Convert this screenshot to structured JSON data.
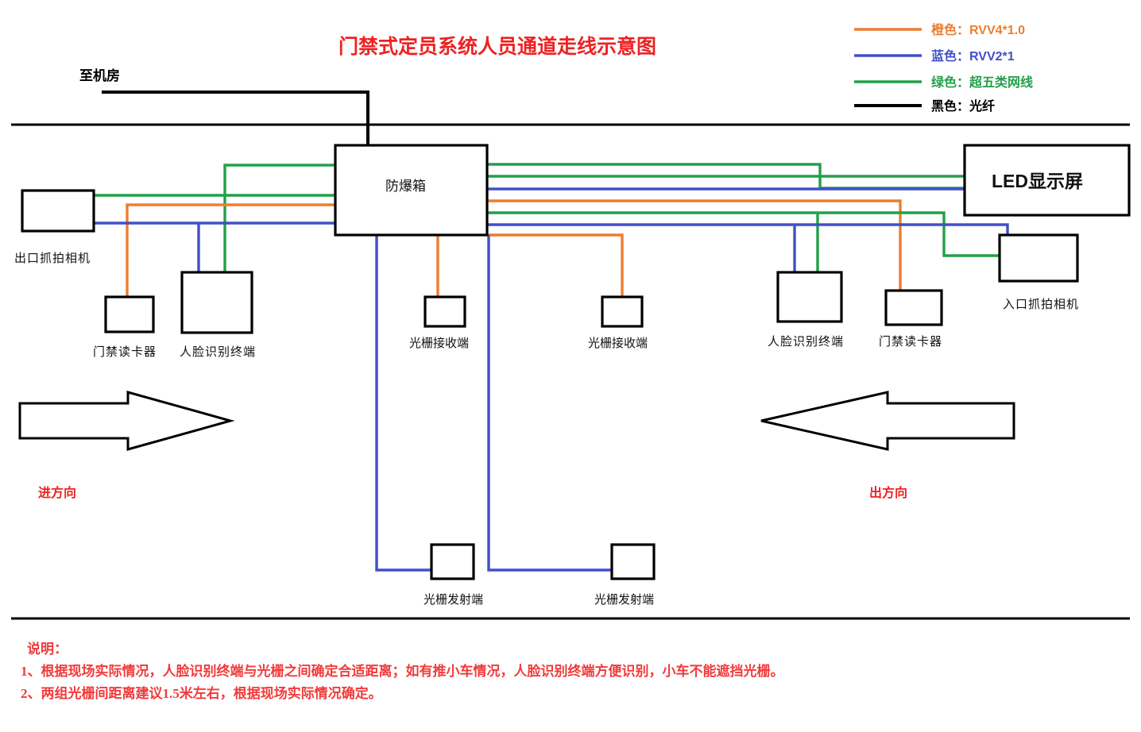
{
  "title": "门禁式定员系统人员通道走线示意图",
  "legend": {
    "items": [
      {
        "color": "#ed7d31",
        "label": "橙色：RVV4*1.0",
        "cls": "legend-orange"
      },
      {
        "color": "#4050c8",
        "label": "蓝色：RVV2*1",
        "cls": "legend-blue"
      },
      {
        "color": "#22a04a",
        "label": "绿色：超五类网线",
        "cls": "legend-green"
      },
      {
        "color": "#000000",
        "label": "黑色：光纤",
        "cls": "legend-black"
      }
    ]
  },
  "nodes": {
    "to_server_room": "至机房",
    "explosion_box": "防爆箱",
    "led_screen": "LED显示屏",
    "exit_camera": "出口抓拍相机",
    "entry_camera": "入口抓拍相机",
    "card_reader_left": "门禁读卡器",
    "face_terminal_left": "人脸识别终端",
    "face_terminal_right": "人脸识别终端",
    "card_reader_right": "门禁读卡器",
    "grating_rx_left": "光栅接收端",
    "grating_rx_right": "光栅接收端",
    "grating_tx_left": "光栅发射端",
    "grating_tx_right": "光栅发射端"
  },
  "directions": {
    "in": "进方向",
    "out": "出方向"
  },
  "notes": {
    "heading": "说明：",
    "line1": "1、根据现场实际情况，人脸识别终端与光栅之间确定合适距离；如有推小车情况，人脸识别终端方便识别，小车不能遮挡光栅。",
    "line2": "2、两组光栅间距离建议1.5米左右，根据现场实际情况确定。"
  },
  "colors": {
    "orange": "#ed7d31",
    "blue": "#4050c8",
    "green": "#22a04a",
    "black": "#000000",
    "red": "#ee2222"
  }
}
